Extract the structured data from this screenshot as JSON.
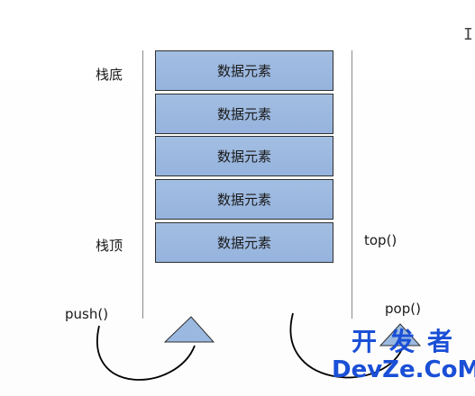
{
  "diagram": {
    "labels": {
      "stack_bottom": "栈底",
      "stack_top": "栈顶",
      "top_fn": "top()",
      "push_fn": "push()",
      "pop_fn": "pop()"
    },
    "cells": [
      "数据元素",
      "数据元素",
      "数据元素",
      "数据元素",
      "数据元素"
    ],
    "colors": {
      "cell_fill": "#9bb9e0",
      "cell_border": "#2f2f2f",
      "wall": "#8a8a8a",
      "watermark": "#1a4fd6"
    }
  },
  "watermark": {
    "line1": "开发者",
    "line2": "DevZe.CoM"
  },
  "cursor": "I"
}
